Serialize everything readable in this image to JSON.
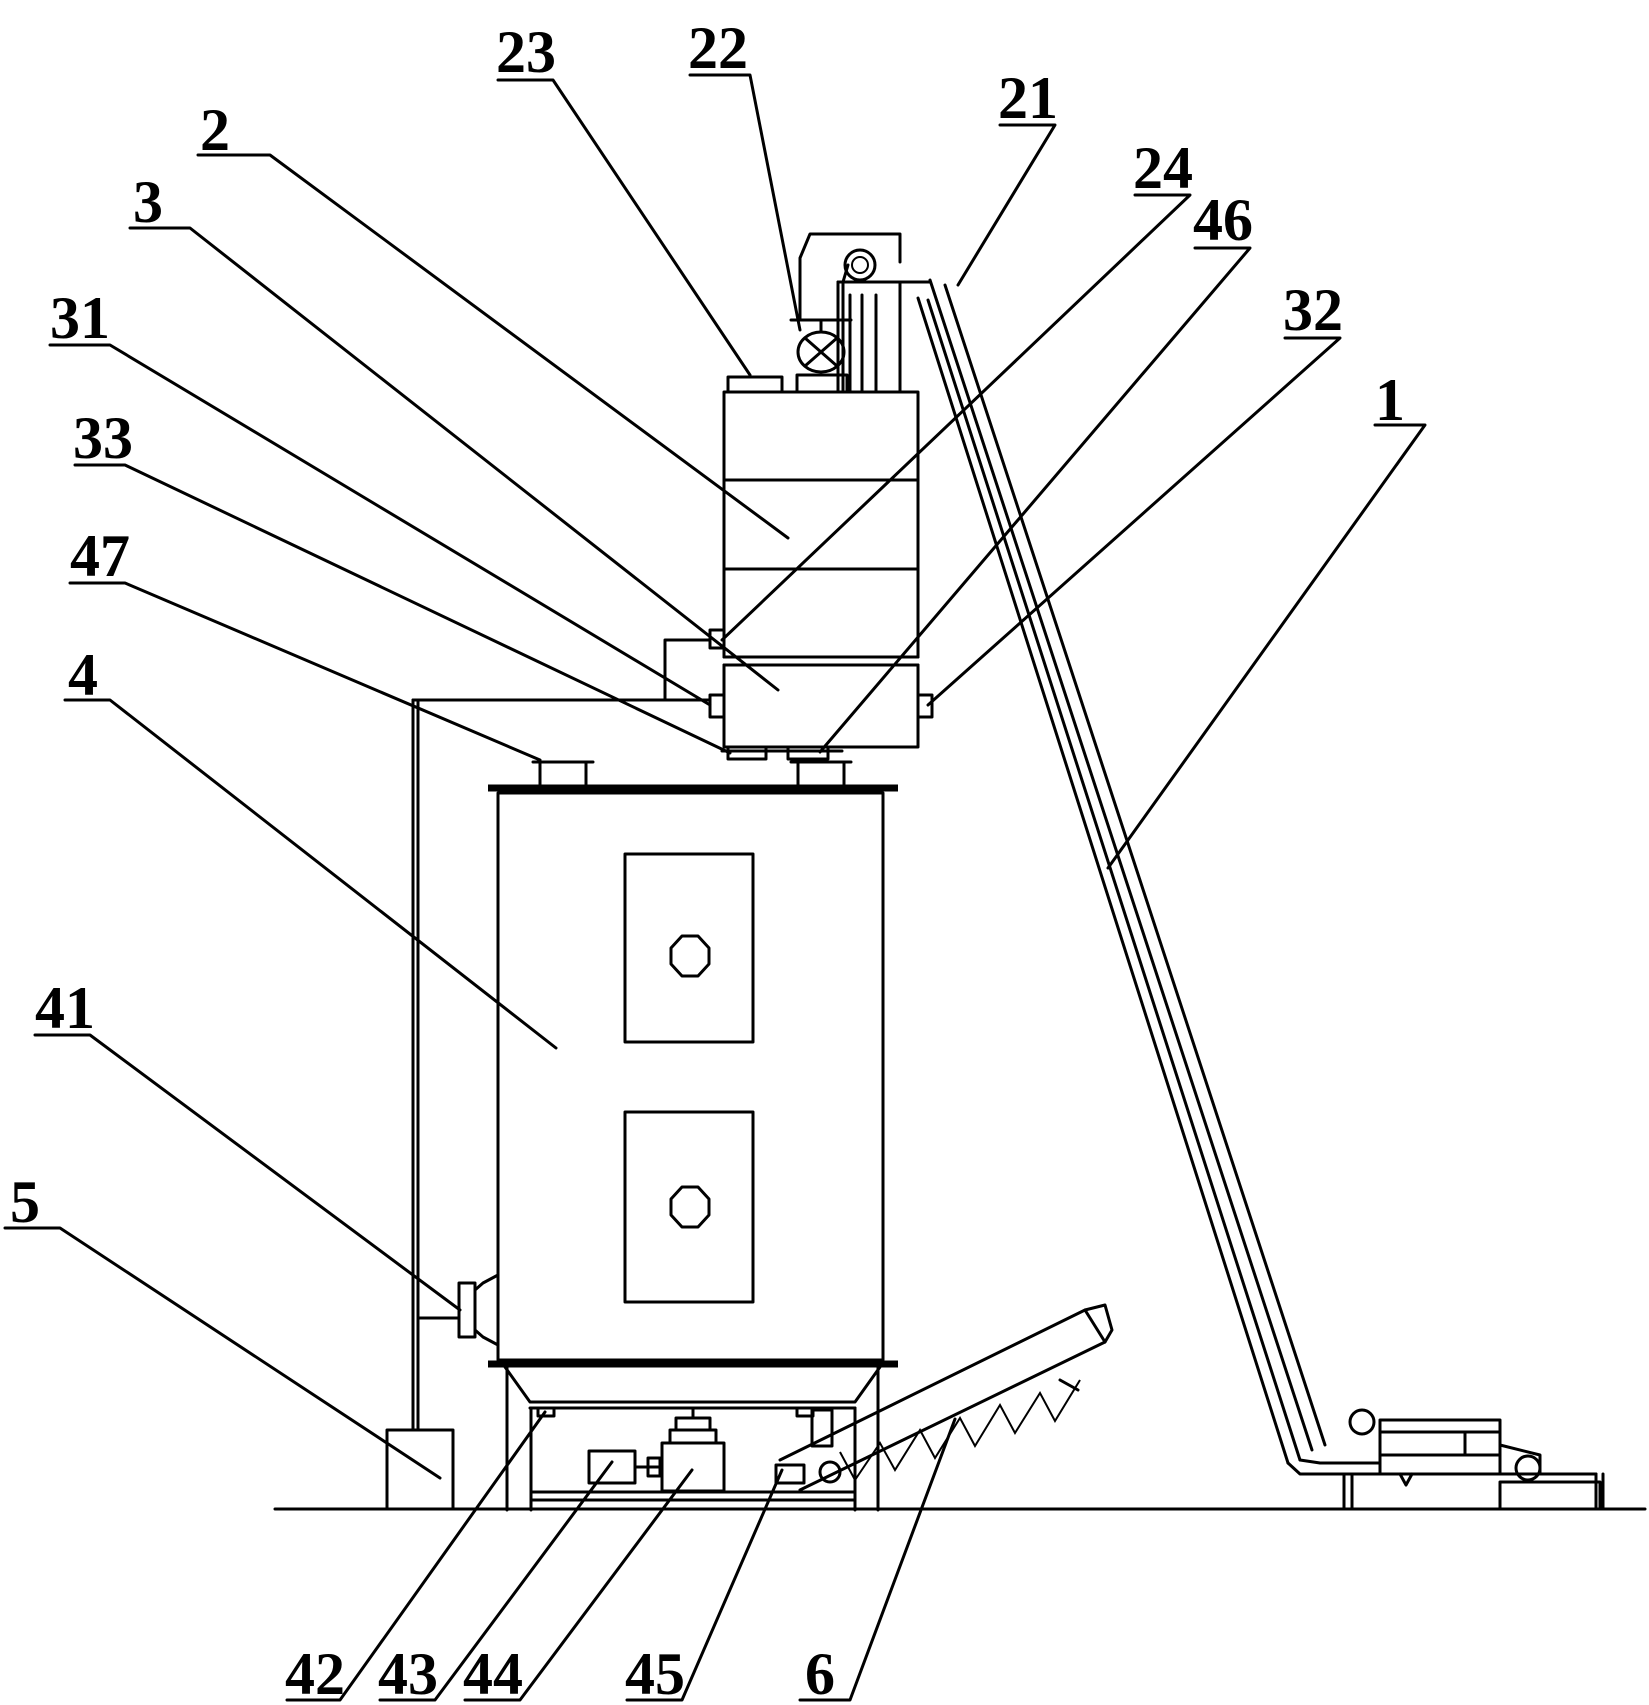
{
  "labels": [
    {
      "id": "1",
      "text": "1"
    },
    {
      "id": "2",
      "text": "2"
    },
    {
      "id": "3",
      "text": "3"
    },
    {
      "id": "4",
      "text": "4"
    },
    {
      "id": "5",
      "text": "5"
    },
    {
      "id": "6",
      "text": "6"
    },
    {
      "id": "21",
      "text": "21"
    },
    {
      "id": "22",
      "text": "22"
    },
    {
      "id": "23",
      "text": "23"
    },
    {
      "id": "24",
      "text": "24"
    },
    {
      "id": "31",
      "text": "31"
    },
    {
      "id": "32",
      "text": "32"
    },
    {
      "id": "33",
      "text": "33"
    },
    {
      "id": "41",
      "text": "41"
    },
    {
      "id": "42",
      "text": "42"
    },
    {
      "id": "43",
      "text": "43"
    },
    {
      "id": "44",
      "text": "44"
    },
    {
      "id": "45",
      "text": "45"
    },
    {
      "id": "46",
      "text": "46"
    },
    {
      "id": "47",
      "text": "47"
    }
  ]
}
